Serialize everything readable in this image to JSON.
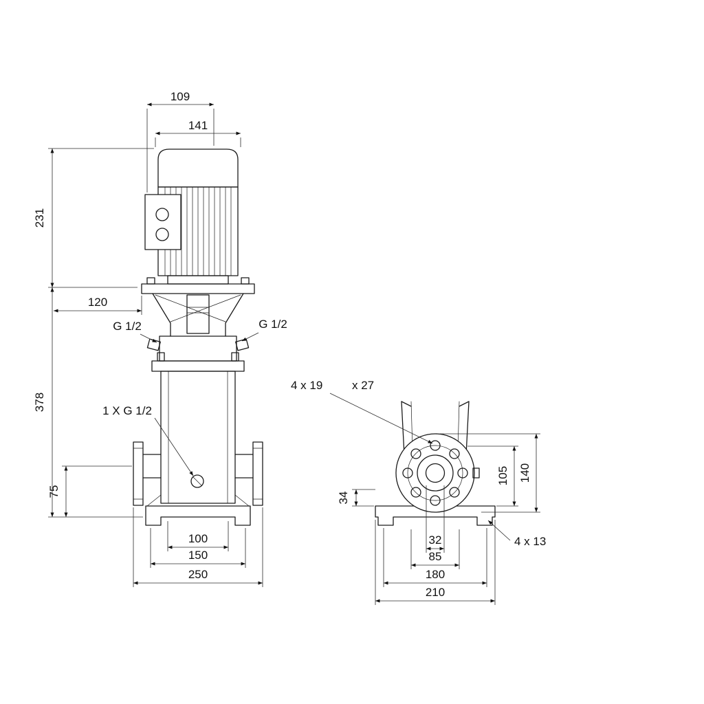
{
  "drawing": {
    "background_color": "#ffffff",
    "line_color": "#1a1a1a",
    "front_view": {
      "dims": {
        "width_top": "109",
        "width_motor": "141",
        "height_motor": "231",
        "stool": "120",
        "height_pump": "378",
        "port_height": "75",
        "base_inner": "100",
        "base_mid": "150",
        "port_to_port": "250"
      },
      "labels": {
        "port_left": "G 1/2",
        "port_right": "G 1/2",
        "drain": "1 X G 1/2"
      }
    },
    "side_view": {
      "dims": {
        "base_height": "34",
        "flange_upper": "105",
        "flange_od": "140",
        "bore": "32",
        "bolt_spacing": "85",
        "base_hole_spacing": "180",
        "base_width": "210"
      },
      "labels": {
        "flange_holes": "4 x 19",
        "flange_holes_depth": "x 27",
        "base_holes": "4 x 13"
      }
    }
  }
}
